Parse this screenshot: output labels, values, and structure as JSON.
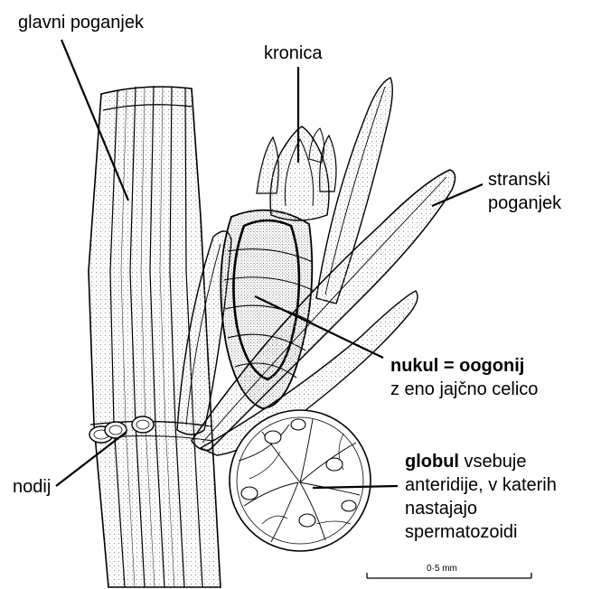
{
  "labels": {
    "glavni_poganjek": "glavni poganjek",
    "kronica": "kronica",
    "stranski_line1": "stranski",
    "stranski_line2": "poganjek",
    "nukul_bold": "nukul = oogonij",
    "nukul_line2": "z eno jajčno celico",
    "globul_bold": "globul",
    "globul_rest": " vsebuje",
    "globul_line2": "anteridije, v katerih",
    "globul_line3": "nastajajo",
    "globul_line4": "spermatozoidi",
    "nodij": "nodij"
  },
  "scale_bar": {
    "label": "0·5 mm"
  },
  "colors": {
    "ink": "#000000",
    "paper": "#ffffff",
    "stipple": "#8a8a8a"
  }
}
